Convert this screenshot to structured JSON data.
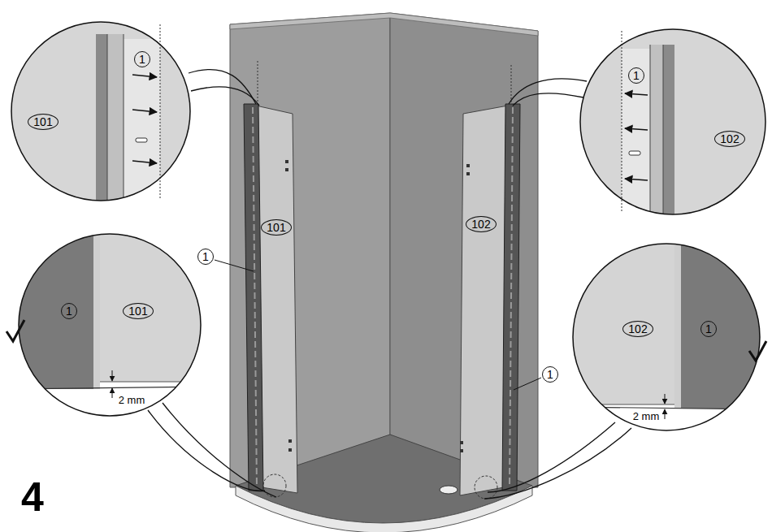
{
  "diagram": {
    "nodes": [
      {
        "text": [
          "1"
        ]
      },
      {
        "text": [
          "101"
        ]
      },
      {
        "text": [
          "1"
        ]
      },
      {
        "text": [
          "102"
        ]
      },
      {
        "text": [
          "101"
        ]
      },
      {
        "text": [
          "102"
        ]
      },
      {
        "text": [
          "1"
        ]
      },
      {
        "text": [
          "1"
        ]
      },
      {
        "text": [
          "1"
        ]
      },
      {
        "text": [
          "101"
        ]
      },
      {
        "text": [
          "102"
        ]
      },
      {
        "text": [
          "1"
        ]
      }
    ],
    "labels": [
      "2 mm",
      "2 mm",
      "4"
    ]
  }
}
